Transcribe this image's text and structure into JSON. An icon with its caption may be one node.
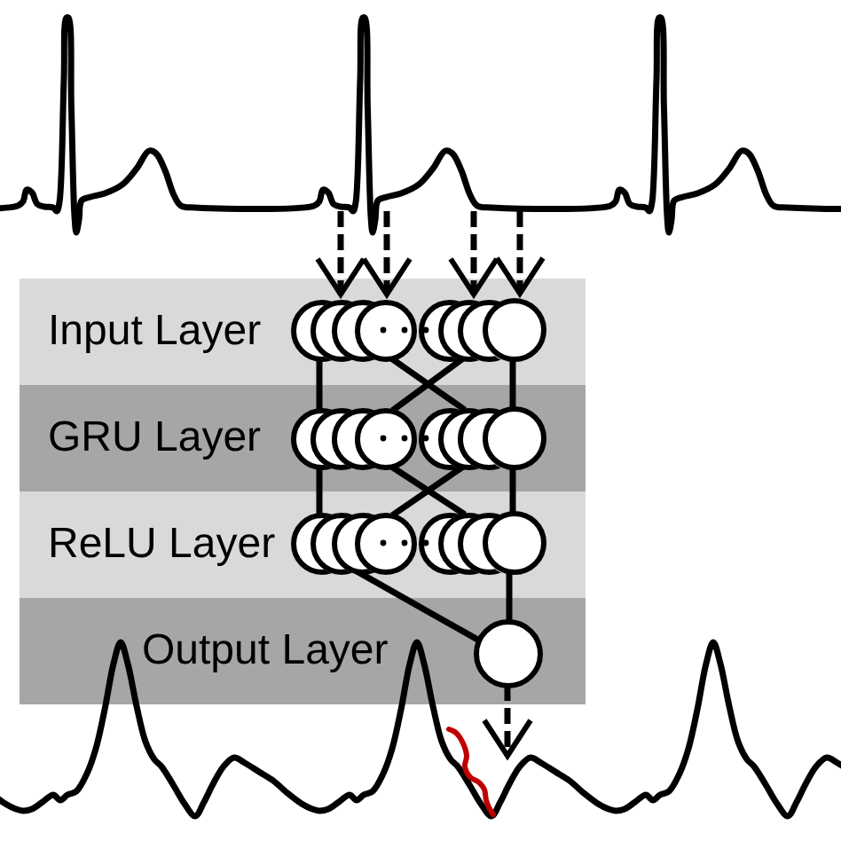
{
  "diagram": {
    "nodes": [
      {
        "text": [],
        "shape": "picture"
      },
      {
        "text": [
          "Input Layer"
        ]
      },
      {
        "text": [],
        "shape": "circle",
        "in": 1
      },
      {
        "text": [],
        "shape": "circle",
        "in": 1
      },
      {
        "text": [],
        "shape": "circle",
        "in": 1
      },
      {
        "text": [],
        "shape": "circle",
        "in": 1
      },
      {
        "text": [],
        "shape": "circle",
        "in": 1
      },
      {
        "text": [],
        "shape": "circle",
        "in": 1
      },
      {
        "text": [],
        "shape": "circle",
        "in": 1
      },
      {
        "text": [],
        "shape": "circle",
        "in": 1
      },
      {
        "text": [
          "GRU Layer"
        ]
      },
      {
        "text": [],
        "shape": "circle",
        "in": 10
      },
      {
        "text": [],
        "shape": "circle",
        "in": 10
      },
      {
        "text": [],
        "shape": "circle",
        "in": 10
      },
      {
        "text": [],
        "shape": "circle",
        "in": 10
      },
      {
        "text": [],
        "shape": "circle",
        "in": 10
      },
      {
        "text": [],
        "shape": "circle",
        "in": 10
      },
      {
        "text": [],
        "shape": "circle",
        "in": 10
      },
      {
        "text": [],
        "shape": "circle",
        "in": 10
      },
      {
        "text": [
          "ReLU Layer"
        ]
      },
      {
        "text": [],
        "shape": "circle",
        "in": 19
      },
      {
        "text": [],
        "shape": "circle",
        "in": 19
      },
      {
        "text": [],
        "shape": "circle",
        "in": 19
      },
      {
        "text": [],
        "shape": "circle",
        "in": 19
      },
      {
        "text": [],
        "shape": "circle",
        "in": 19
      },
      {
        "text": [],
        "shape": "circle",
        "in": 19
      },
      {
        "text": [],
        "shape": "circle",
        "in": 19
      },
      {
        "text": [],
        "shape": "circle",
        "in": 19
      },
      {
        "text": [
          "Output Layer"
        ]
      },
      {
        "text": [],
        "shape": "circle",
        "in": 28
      },
      {
        "text": [],
        "shape": "picture"
      }
    ],
    "edges": [
      {
        "from": 0,
        "to": 3,
        "arrow": "to",
        "style": "dashed"
      },
      {
        "from": 0,
        "to": 5,
        "arrow": "to",
        "style": "dashed"
      },
      {
        "from": 0,
        "to": 7,
        "arrow": "to",
        "style": "dashed"
      },
      {
        "from": 0,
        "to": 9,
        "arrow": "to",
        "style": "dashed"
      },
      {
        "from": 2,
        "to": 11,
        "arrow": "none"
      },
      {
        "from": 5,
        "to": 16,
        "arrow": "none"
      },
      {
        "from": 7,
        "to": 14,
        "arrow": "none"
      },
      {
        "from": 9,
        "to": 18,
        "arrow": "none"
      },
      {
        "from": 11,
        "to": 20,
        "arrow": "none"
      },
      {
        "from": 14,
        "to": 25,
        "arrow": "none"
      },
      {
        "from": 16,
        "to": 23,
        "arrow": "none"
      },
      {
        "from": 18,
        "to": 27,
        "arrow": "none"
      },
      {
        "from": 22,
        "to": 29,
        "arrow": "none"
      },
      {
        "from": 27,
        "to": 29,
        "arrow": "none"
      },
      {
        "from": 29,
        "to": 30,
        "arrow": "to",
        "style": "dashed"
      }
    ]
  }
}
